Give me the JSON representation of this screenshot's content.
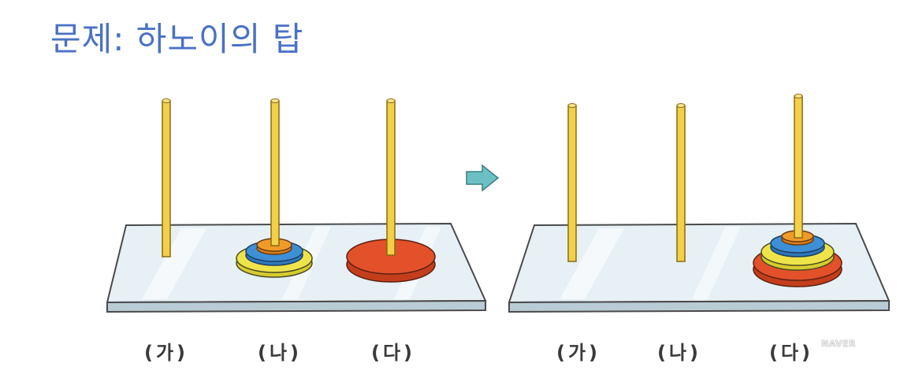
{
  "title": "문제: 하노이의 탑",
  "left_scene": {
    "labels": [
      "(가)",
      "(나)",
      "(다)"
    ]
  },
  "arrow": "arrow-right-icon",
  "right_scene": {
    "labels": [
      "(가)",
      "(나)",
      "(다)"
    ]
  },
  "watermark": "NAVER",
  "colors": {
    "title": "#4a72c4",
    "board_top": "#e3eef4",
    "board_edge": "#b9ccd6",
    "peg": "#f2d04a",
    "disk_red": "#e2512a",
    "disk_yellow": "#eee44a",
    "disk_blue": "#3d8fd6",
    "disk_orange": "#f09a2a",
    "arrow": "#6cc0c4"
  }
}
